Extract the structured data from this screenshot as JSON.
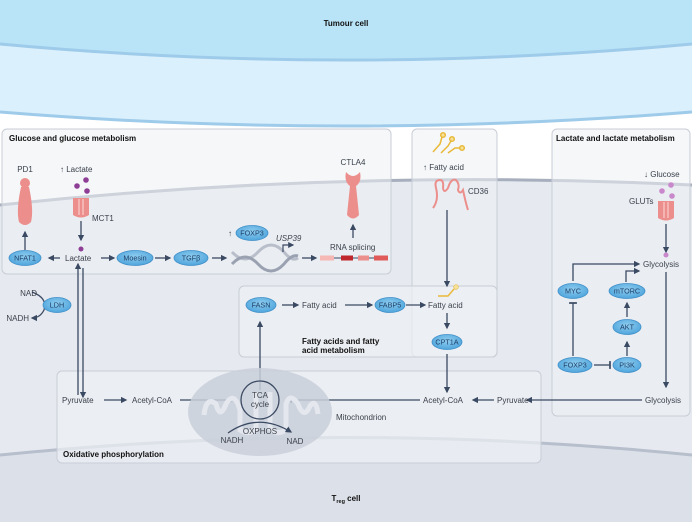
{
  "cells": {
    "tumour": "Tumour cell",
    "treg_main": "T",
    "treg_sub": "reg",
    "treg_suffix": " cell"
  },
  "panels": {
    "glucose": "Glucose and glucose metabolism",
    "fatty_line1": "Fatty acids and fatty",
    "fatty_line2": "acid metabolism",
    "lactate": "Lactate and lactate metabolism",
    "oxphos": "Oxidative phosphorylation"
  },
  "receptors": {
    "pd1": "PD1",
    "mct1": "MCT1",
    "ctla4": "CTLA4",
    "cd36": "CD36",
    "gluts": "GLUTs"
  },
  "extracellular": {
    "lactate_up": "↑ Lactate",
    "fatty_acid_up": "↑ Fatty acid",
    "glucose_down": "↓ Glucose"
  },
  "proteins": {
    "nfat1": "NFAT1",
    "moesin": "Moesin",
    "tgfb": "TGFβ",
    "foxp3_top": "FOXP3",
    "ldh": "LDH",
    "fasn": "FASN",
    "fabp5": "FABP5",
    "cpt1a": "CPT1A",
    "myc": "MYC",
    "mtorc": "mTORC",
    "akt": "AKT",
    "foxp3_right": "FOXP3",
    "pi3k": "PI3K"
  },
  "metabolites": {
    "lactate": "Lactate",
    "nad_left": "NAD",
    "nadh_left": "NADH",
    "fatty_acid_1": "Fatty acid",
    "fatty_acid_2": "Fatty acid",
    "glycolysis_top": "Glycolysis",
    "glycolysis_bottom": "Glycolysis",
    "pyruvate_left": "Pyruvate",
    "acetyl_coa_left": "Acetyl-CoA",
    "acetyl_coa_right": "Acetyl-CoA",
    "pyruvate_right": "Pyruvate",
    "tca_line1": "TCA",
    "tca_line2": "cycle",
    "oxphos": "OXPHOS",
    "nadh_mito": "NADH",
    "nad_mito": "NAD",
    "mitochondrion": "Mitochondrion"
  },
  "misc": {
    "foxp3_up_arrow": "↑",
    "usp39": "USP39",
    "rna_splicing": "RNA splicing"
  },
  "colors": {
    "tumour_fill": "#b9e4f8",
    "membrane_blue": "#9ecbea",
    "extracellular": "#daf0fc",
    "treg_cytoplasm": "#e6e9ef",
    "panel_fill": "#edf0f4",
    "panel_stroke": "#c8cdd6",
    "protein_fill": "#6cb8e6",
    "protein_stroke": "#3f8fc8",
    "arrow": "#3b4a63",
    "receptor": "#ec8f8c",
    "lactate_dot": "#8e3f95",
    "glucose_dot": "#c987cc",
    "fatty_acid": "#e9b93a"
  }
}
